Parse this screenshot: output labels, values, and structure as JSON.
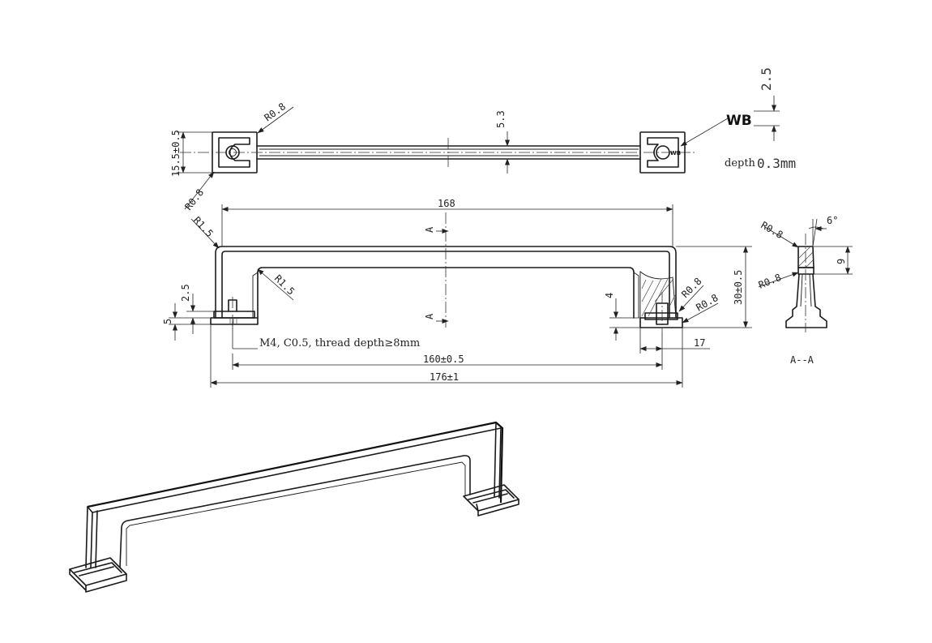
{
  "top_view": {
    "dim_width": "15.5±0.5",
    "dim_rod": "5.3",
    "radius_top": "R0.8",
    "radius_bottom": "R0.8",
    "engraving_mark": "WB",
    "engraving_mark_small": "WB",
    "engraving_depth_label": "depth",
    "engraving_depth_value": "0.3mm",
    "dim_engraving": "2.5"
  },
  "front_view": {
    "dim_168": "168",
    "section_label_top": "A",
    "section_label_bottom": "A",
    "radius_outer": "R1.5",
    "radius_inner": "R1.5",
    "dim_2_5": "2.5",
    "dim_5": "5",
    "dim_4": "4",
    "radius_a": "R0.8",
    "radius_b": "R0.8",
    "dim_height": "30±0.5",
    "dim_17": "17",
    "thread_note": "M4, C0.5, thread depth≥8mm",
    "dim_160": "160±0.5",
    "dim_176": "176±1"
  },
  "section_view": {
    "radius_top": "R0.8",
    "radius_bottom": "R0.8",
    "angle": "6°",
    "dim_9": "9",
    "label": "A--A"
  }
}
